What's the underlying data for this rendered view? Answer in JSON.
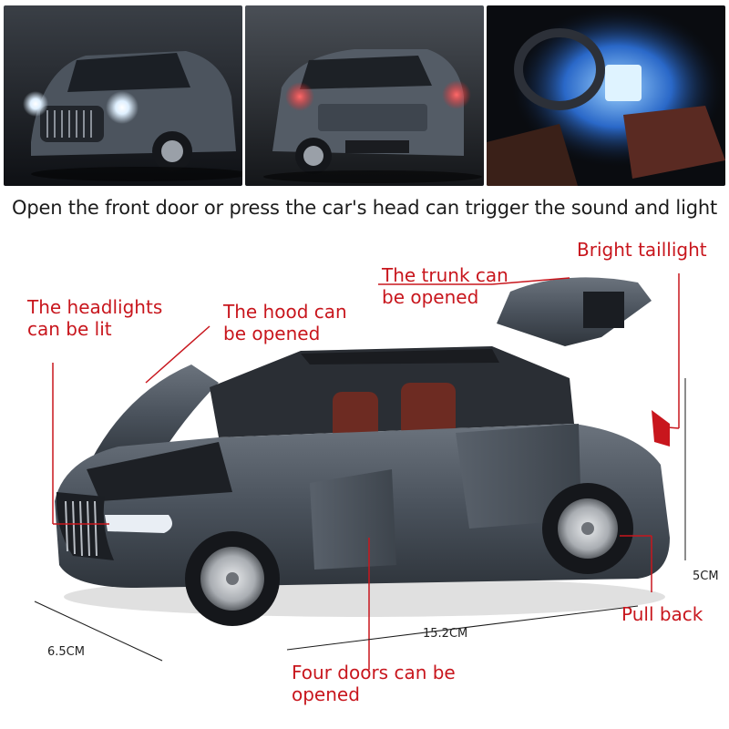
{
  "caption": "Open the front door or press the car's head can trigger the sound and light",
  "labels": {
    "headlights": "The headlights can be lit",
    "hood": "The hood can be opened",
    "trunk": "The trunk can be opened",
    "taillight": "Bright taillight",
    "doors": "Four doors can be opened",
    "pullback": "Pull back"
  },
  "dimensions": {
    "width": "6.5CM",
    "length": "15.2CM",
    "height": "5CM"
  },
  "colors": {
    "accent": "#c8161d",
    "car_body": "#4a525c"
  }
}
